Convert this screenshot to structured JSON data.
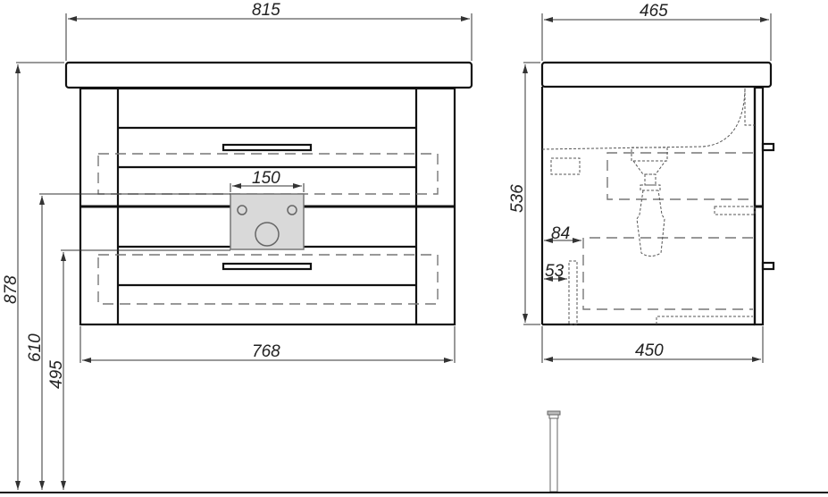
{
  "drawing": {
    "type": "cabinet-dimension-drawing",
    "front_view": {
      "dimensions": {
        "top_width": "815",
        "cabinet_width": "768",
        "overall_height": "878",
        "mount_plate_height": "610",
        "lower_height": "495",
        "mount_plate_width": "150"
      }
    },
    "side_view": {
      "dimensions": {
        "top_depth": "465",
        "cabinet_depth": "450",
        "cabinet_height": "536",
        "offset_upper": "84",
        "offset_lower": "53"
      }
    },
    "colors": {
      "line": "#111111",
      "dimension_line": "#333333",
      "hidden_line": "#777777",
      "mount_plate_fill": "#d9d9d9"
    }
  }
}
